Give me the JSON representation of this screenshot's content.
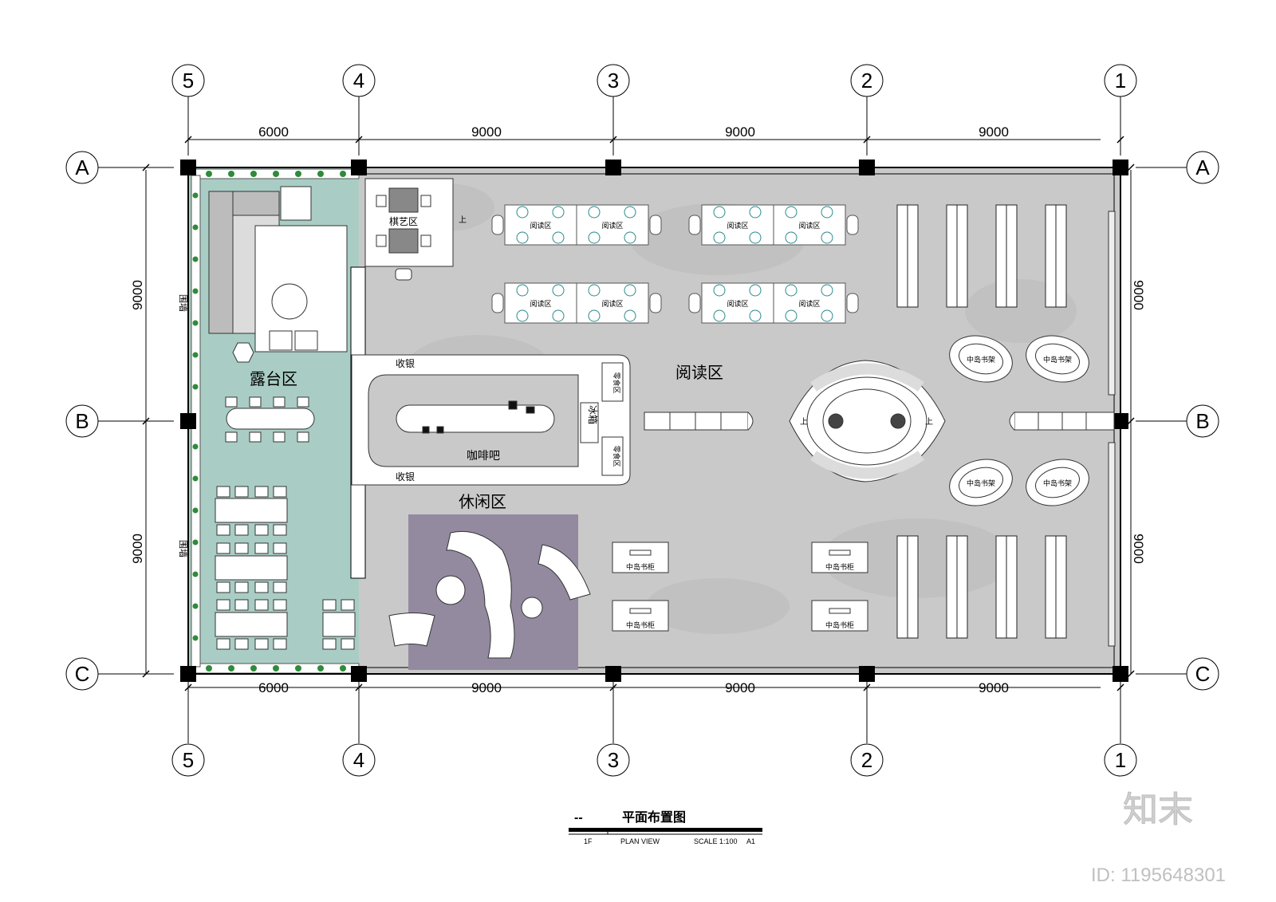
{
  "grid": {
    "columns": [
      "5",
      "4",
      "3",
      "2",
      "1"
    ],
    "rows": [
      "A",
      "B",
      "C"
    ],
    "top_dims": [
      "6000",
      "9000",
      "9000",
      "9000"
    ],
    "bottom_dims": [
      "6000",
      "9000",
      "9000",
      "9000"
    ],
    "left_dims": [
      "9000",
      "9000"
    ],
    "right_dims": [
      "9000",
      "9000"
    ]
  },
  "zones": {
    "terrace": "露台区",
    "chess": "棋艺区",
    "reading": "阅读区",
    "cafe": "咖啡吧",
    "leisure": "休闲区",
    "cashier_top": "收银",
    "cashier_bottom": "收银",
    "fridge": "冰箱",
    "snack_top": "零食区",
    "snack_bottom": "零食区",
    "wall_top": "围墙",
    "wall_bottom": "围墙",
    "up_left": "上",
    "up_right": "上",
    "up_chess": "上",
    "table_label": "阅读区",
    "island_shelf": "中岛书架",
    "island_cabinet": "中岛书柜"
  },
  "title_block": {
    "prefix": "--",
    "title": "平面布置图",
    "floor": "1F",
    "view": "PLAN VIEW",
    "scale": "SCALE 1:100",
    "sheet": "A1"
  },
  "watermark": {
    "logo": "知末",
    "id": "ID: 1195648301"
  },
  "colors": {
    "terrace": "#a9cdc4",
    "floor": "#c9c9c9",
    "leisure": "#938aa0",
    "plants": "#2e8b3a",
    "column": "#000000"
  }
}
